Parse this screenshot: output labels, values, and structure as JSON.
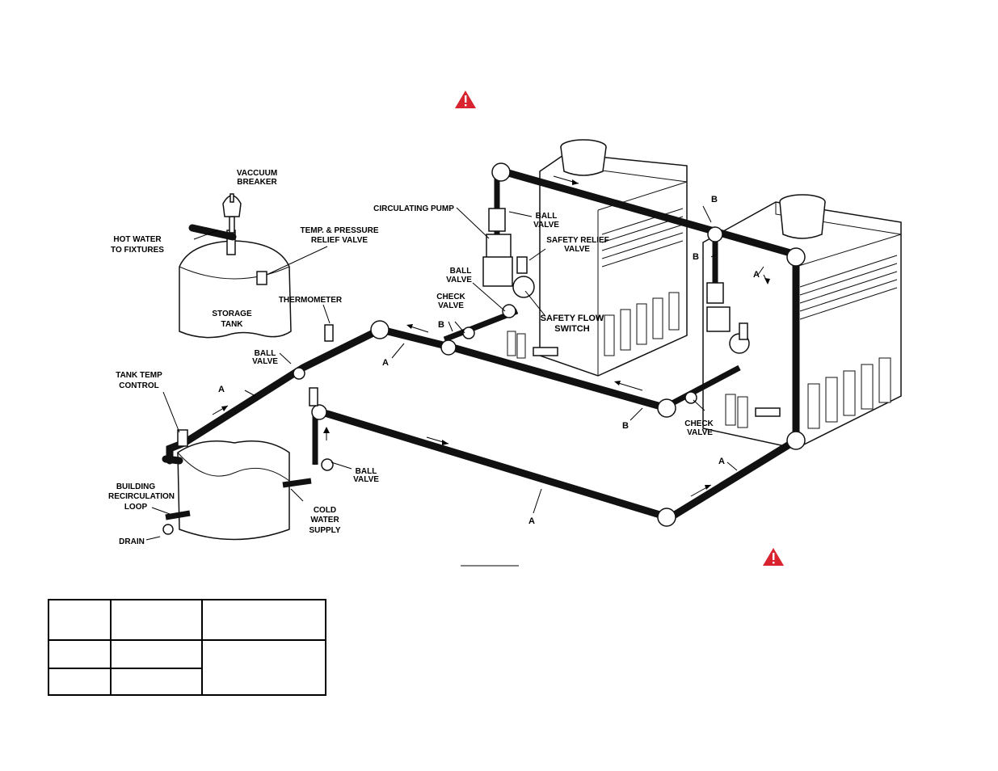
{
  "warning_icons": [
    "warning-triangle-icon",
    "warning-triangle-icon"
  ],
  "colors": {
    "warning_red": "#d9232e",
    "pipe": "#111111"
  },
  "labels": {
    "vacuum_breaker": [
      "VACCUUM",
      "BREAKER"
    ],
    "hot_water": [
      "HOT WATER",
      "TO FIXTURES"
    ],
    "temp_pressure": [
      "TEMP. & PRESSURE",
      "RELIEF VALVE"
    ],
    "storage_tank": [
      "STORAGE",
      "TANK"
    ],
    "thermometer": "THERMOMETER",
    "ball_valve_left": [
      "BALL",
      "VALVE"
    ],
    "tank_temp_control": [
      "TANK TEMP",
      "CONTROL"
    ],
    "building_loop": [
      "BUILDING",
      "RECIRCULATION",
      "LOOP"
    ],
    "drain": "DRAIN",
    "cold_water": [
      "COLD",
      "WATER",
      "SUPPLY"
    ],
    "ball_valve_bottom": [
      "BALL",
      "VALVE"
    ],
    "circulating_pump": "CIRCULATING PUMP",
    "ball_valve_top": [
      "BALL",
      "VALVE"
    ],
    "safety_relief": [
      "SAFETY RELIEF",
      "VALVE"
    ],
    "ball_valve_mid": [
      "BALL",
      "VALVE"
    ],
    "check_valve_left": [
      "CHECK",
      "VALVE"
    ],
    "safety_flow": [
      "SAFETY FLOW",
      "SWITCH"
    ],
    "check_valve_right": [
      "CHECK",
      "VALVE"
    ],
    "pipe_a": "A",
    "pipe_b": "B"
  }
}
